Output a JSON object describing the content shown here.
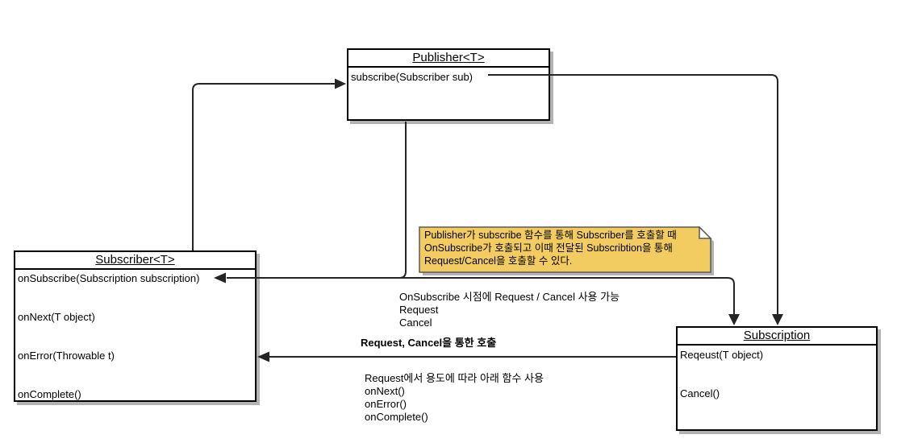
{
  "classes": {
    "publisher": {
      "title": "Publisher<T>",
      "methods": [
        "subscribe(Subscriber sub)"
      ]
    },
    "subscriber": {
      "title": "Subscriber<T>",
      "methods": [
        "onSubscribe(Subscription subscription)",
        "onNext(T object)",
        "onError(Throwable t)",
        "onComplete()"
      ]
    },
    "subscription": {
      "title": "Subscription",
      "methods": [
        "Reqeust(T object)",
        "Cancel()"
      ]
    }
  },
  "note": {
    "text": "Publisher가 subscribe 함수를 통해 Subscriber를 호출할 때\nOnSubscribe가 호출되고 이때 전달된 Subscribtion을 통해\nRequest/Cancel을 호출할 수 있다.",
    "fill": "#F2CC61",
    "border": "#595959"
  },
  "annotations": {
    "onsubscribe_usage": "OnSubscribe 시점에 Request / Cancel 사용 가능\nRequest\nCancel",
    "request_cancel_call": "Request, Cancel을 통한 호출",
    "request_usage": "Request에서 용도에 따라 아래 함수 사용\nonNext()\nonError()\nonComplete()"
  },
  "colors": {
    "connector": "#242424",
    "box_border": "#000000",
    "box_fill": "#ffffff",
    "shadow": "#b3b3b3"
  }
}
